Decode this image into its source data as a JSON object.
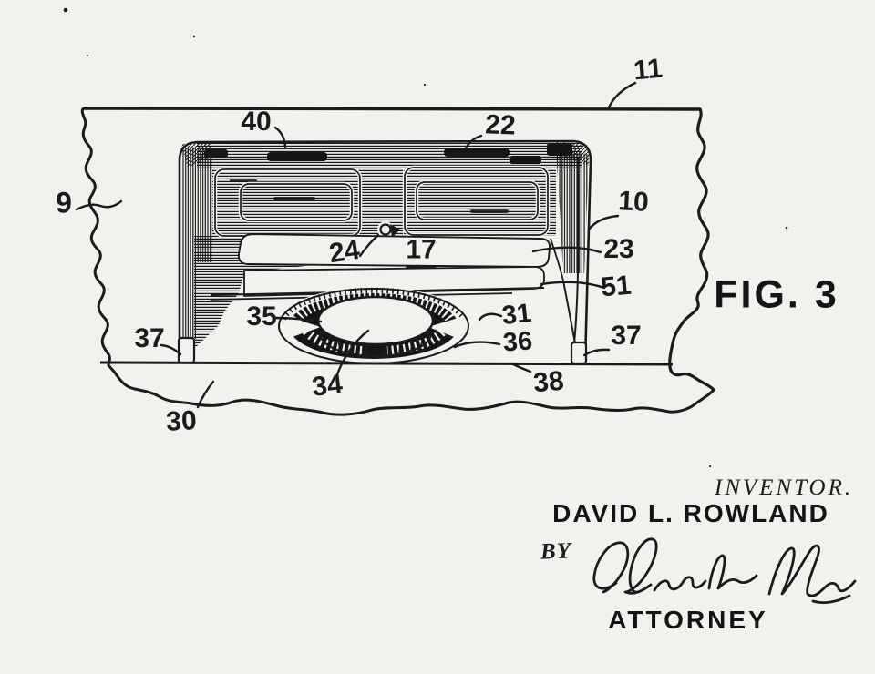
{
  "figure_label": "FIG. 3",
  "refs": [
    "11",
    "40",
    "22",
    "9",
    "10",
    "24",
    "17",
    "23",
    "51",
    "35",
    "31",
    "36",
    "37",
    "37",
    "34",
    "38",
    "30"
  ],
  "signature_block": {
    "inventor_caption": "INVENTOR.",
    "inventor_name": "DAVID L. ROWLAND",
    "by_label": "BY",
    "attorney_caption": "ATTORNEY",
    "signature_description": "handwritten attorney signature (illegible cursive)"
  },
  "colors": {
    "ink": "#1b1b1b",
    "paper": "#f2f1ee"
  }
}
